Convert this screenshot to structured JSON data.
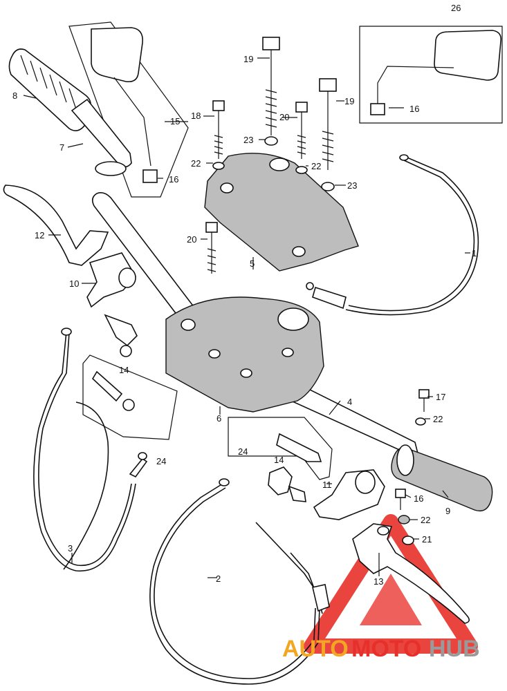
{
  "diagram": {
    "callouts": {
      "c1": "1",
      "c2": "2",
      "c3": "3",
      "c4": "4",
      "c5": "5",
      "c6": "6",
      "c7": "7",
      "c8": "8",
      "c9": "9",
      "c10": "10",
      "c11": "11",
      "c12": "12",
      "c13": "13",
      "c14a": "14",
      "c14b": "14",
      "c15": "15",
      "c16a": "16",
      "c16b": "16",
      "c16c": "16",
      "c17": "17",
      "c18": "18",
      "c19a": "19",
      "c19b": "19",
      "c20a": "20",
      "c20b": "20",
      "c21": "21",
      "c22a": "22",
      "c22b": "22",
      "c22c": "22",
      "c22d": "22",
      "c23a": "23",
      "c23b": "23",
      "c24a": "24",
      "c24b": "24",
      "c26": "26"
    }
  },
  "watermark": {
    "part1": "AUTO",
    "part2": "MOTO",
    "part3": "HUB",
    "colors": {
      "orange": "#f3a623",
      "red": "#e8302a",
      "gray": "#9a9a9a"
    }
  }
}
